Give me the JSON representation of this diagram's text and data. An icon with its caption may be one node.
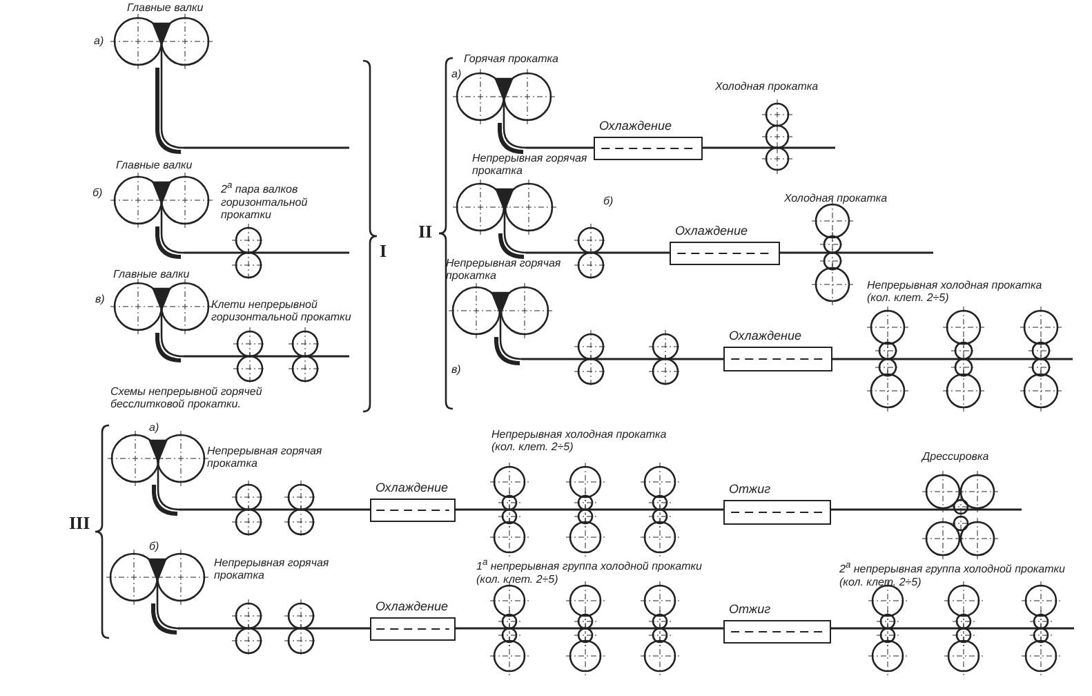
{
  "diagram": {
    "nodes": [
      {
        "text": [
          "Охлаждение"
        ]
      },
      {
        "text": [
          "Охлаждение"
        ]
      },
      {
        "text": [
          "Охлаждение"
        ]
      },
      {
        "text": [
          "Охлаждение"
        ]
      },
      {
        "text": [
          "Отжиг"
        ]
      },
      {
        "text": [
          "Охлаждение"
        ]
      },
      {
        "text": [
          "Отжиг"
        ]
      }
    ],
    "labels": [
      "Главные валки",
      "а)",
      "Главные валки",
      "б)",
      "2$^{а}$ пара валков горизонтальной прокатки",
      "Главные валки",
      "в)",
      "Клети непрерывной горизонтальной прокатки",
      "Схемы непрерывной горячей бесслитковой прокатки.",
      "I",
      "II",
      "Горячая прокатка",
      "а)",
      "Холодная прокатка",
      "Непрерывная горячая прокатка",
      "б)",
      "Холодная прокатка",
      "Непрерывная горячая прокатка",
      "в)",
      "Непрерывная холодная прокатка (кол. клет. 2÷5)",
      "III",
      "а)",
      "Непрерывная горячая прокатка",
      "Непрерывная холодная прокатка (кол. клет. 2÷5)",
      "Дрессировка",
      "б)",
      "Непрерывная горячая прокатка",
      "1$^{а}$ непрерывная группа холодной прокатки (кол. клет. 2÷5)",
      "2$^{а}$ непрерывная группа холодной прокатки (кол. клет. 2÷5)"
    ]
  }
}
